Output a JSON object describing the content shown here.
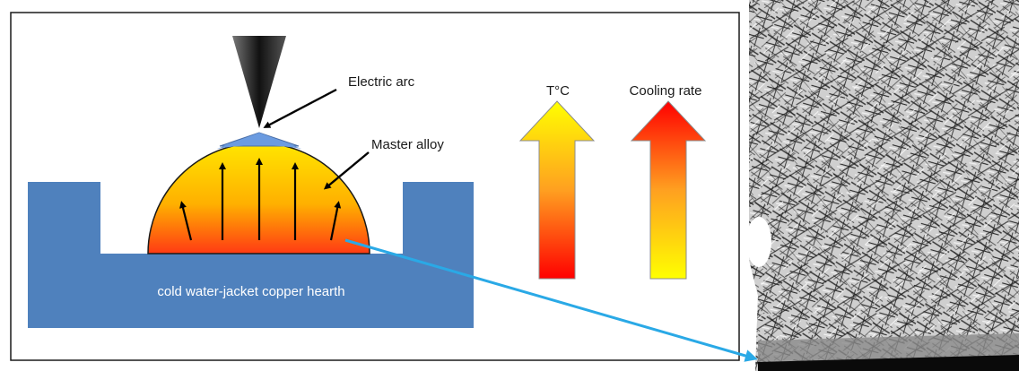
{
  "labels": {
    "electric_arc": "Electric arc",
    "master_alloy": "Master alloy",
    "hearth": "cold water-jacket copper hearth",
    "temperature": "T°C",
    "cooling_rate": "Cooling rate"
  },
  "colors": {
    "hearth_blue": "#4f81bd",
    "arc_blue": "#6b9be0",
    "electrode_dark": "#1a1a1a",
    "alloy_top": "#ffe600",
    "alloy_bottom": "#ff3a14",
    "arrow_link": "#2aa9e6",
    "micrograph_bg": "#cfcfcf"
  },
  "icons": {
    "electrode": "cone-electrode-icon",
    "temperature_arrow": "gradient-up-arrow-icon",
    "cooling_arrow": "gradient-up-arrow-icon"
  }
}
